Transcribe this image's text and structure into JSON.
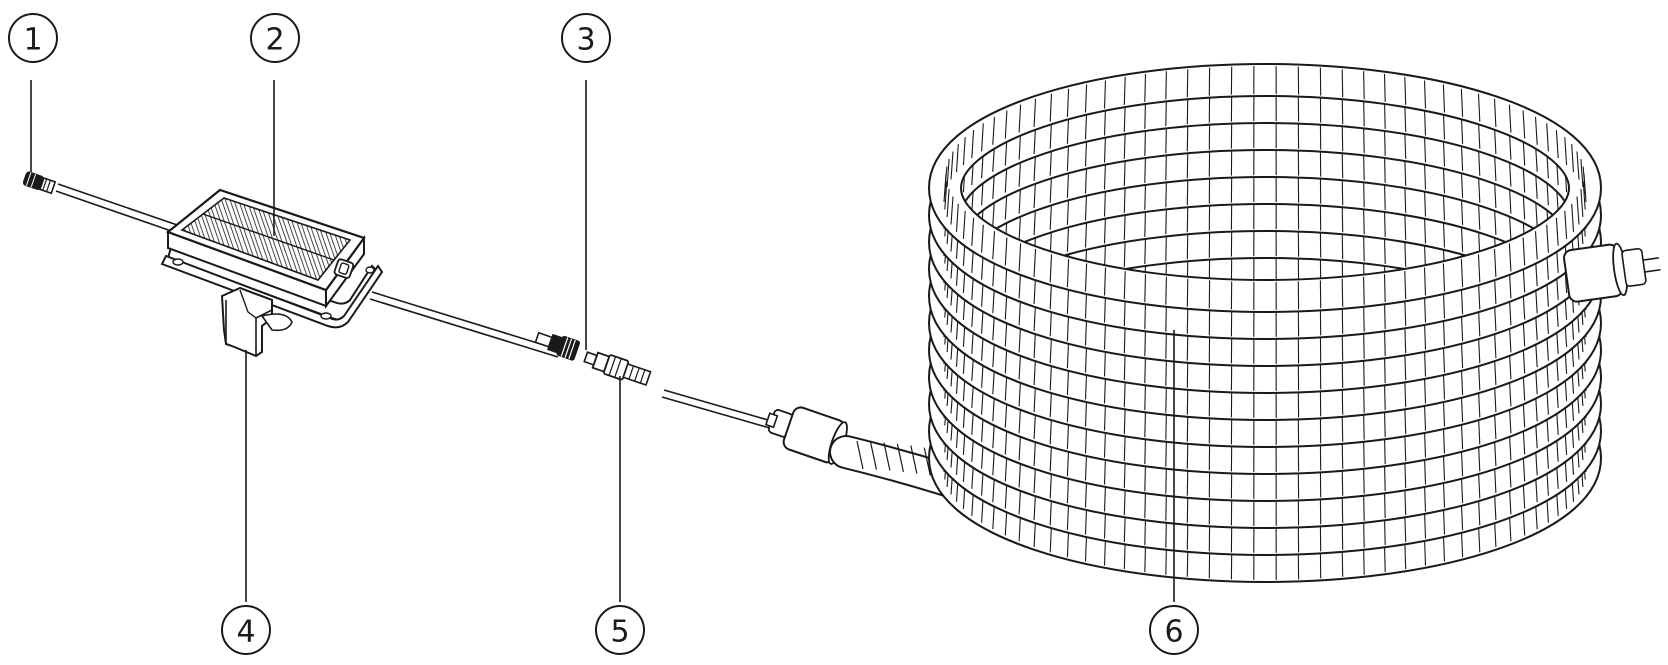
{
  "diagram": {
    "callouts": [
      {
        "id": "1",
        "label": "1"
      },
      {
        "id": "2",
        "label": "2"
      },
      {
        "id": "3",
        "label": "3"
      },
      {
        "id": "4",
        "label": "4"
      },
      {
        "id": "5",
        "label": "5"
      },
      {
        "id": "6",
        "label": "6"
      }
    ],
    "colors": {
      "ink": "#1a1a1a",
      "background": "#ffffff"
    }
  }
}
